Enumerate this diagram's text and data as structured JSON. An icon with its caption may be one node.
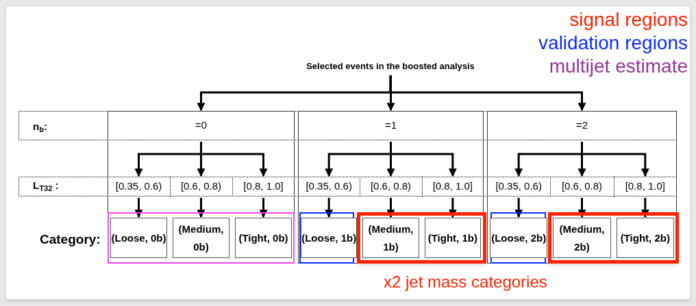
{
  "diagram": {
    "nodes": [
      {
        "text": [
          "Selected events in the boosted analysis"
        ]
      },
      {
        "text": [
          "=0"
        ]
      },
      {
        "text": [
          "=1"
        ]
      },
      {
        "text": [
          "=2"
        ]
      },
      {
        "text": [
          "[0.35, 0.6)"
        ]
      },
      {
        "text": [
          "[0.6, 0.8)"
        ]
      },
      {
        "text": [
          "[0.8, 1.0]"
        ]
      },
      {
        "text": [
          "[0.35, 0.6)"
        ]
      },
      {
        "text": [
          "[0.6, 0.8)"
        ]
      },
      {
        "text": [
          "[0.8, 1.0]"
        ]
      },
      {
        "text": [
          "[0.35, 0.6)"
        ]
      },
      {
        "text": [
          "[0.6, 0.8)"
        ]
      },
      {
        "text": [
          "[0.8, 1.0]"
        ]
      },
      {
        "text": [],
        "shape": "box"
      },
      {
        "text": [],
        "shape": "box"
      },
      {
        "text": [],
        "shape": "box"
      },
      {
        "text": [],
        "shape": "box"
      },
      {
        "text": [],
        "shape": "box"
      },
      {
        "text": [
          "(Loose, 0b)"
        ],
        "in": 13
      },
      {
        "text": [
          "(Medium, 0b)"
        ],
        "in": 13
      },
      {
        "text": [
          "(Tight, 0b)"
        ],
        "in": 13
      },
      {
        "text": [
          "(Loose, 1b)"
        ],
        "in": 14
      },
      {
        "text": [
          "(Medium, 1b)"
        ],
        "in": 15
      },
      {
        "text": [
          "(Tight, 1b)"
        ],
        "in": 15
      },
      {
        "text": [
          "(Loose, 2b)"
        ],
        "in": 16
      },
      {
        "text": [
          "(Medium, 2b)"
        ],
        "in": 17
      },
      {
        "text": [
          "(Tight, 2b)"
        ],
        "in": 17
      }
    ],
    "edges": [
      {
        "from": 0,
        "to": 1,
        "arrow": "to"
      },
      {
        "from": 0,
        "to": 2,
        "arrow": "to"
      },
      {
        "from": 0,
        "to": 3,
        "arrow": "to"
      },
      {
        "from": 1,
        "to": 4,
        "arrow": "to"
      },
      {
        "from": 1,
        "to": 5,
        "arrow": "to"
      },
      {
        "from": 1,
        "to": 6,
        "arrow": "to"
      },
      {
        "from": 2,
        "to": 7,
        "arrow": "to"
      },
      {
        "from": 2,
        "to": 8,
        "arrow": "to"
      },
      {
        "from": 2,
        "to": 9,
        "arrow": "to"
      },
      {
        "from": 3,
        "to": 10,
        "arrow": "to"
      },
      {
        "from": 3,
        "to": 11,
        "arrow": "to"
      },
      {
        "from": 3,
        "to": 12,
        "arrow": "to"
      },
      {
        "from": 4,
        "to": 18,
        "arrow": "to"
      },
      {
        "from": 5,
        "to": 19,
        "arrow": "to"
      },
      {
        "from": 6,
        "to": 20,
        "arrow": "to"
      },
      {
        "from": 7,
        "to": 21,
        "arrow": "to"
      },
      {
        "from": 8,
        "to": 22,
        "arrow": "to"
      },
      {
        "from": 9,
        "to": 23,
        "arrow": "to"
      },
      {
        "from": 10,
        "to": 24,
        "arrow": "to"
      },
      {
        "from": 11,
        "to": 25,
        "arrow": "to"
      },
      {
        "from": 12,
        "to": 26,
        "arrow": "to"
      }
    ],
    "labels": [
      "n$_{b}$:",
      "L$_{T32}$ :",
      "Category:",
      "x2 jet mass categories"
    ],
    "legend": [
      {
        "text": "signal regions",
        "color": "#ff2200"
      },
      {
        "text": "validation regions",
        "color": "#0a2cff"
      },
      {
        "text": "multijet estimate",
        "color": "#993399"
      }
    ]
  }
}
